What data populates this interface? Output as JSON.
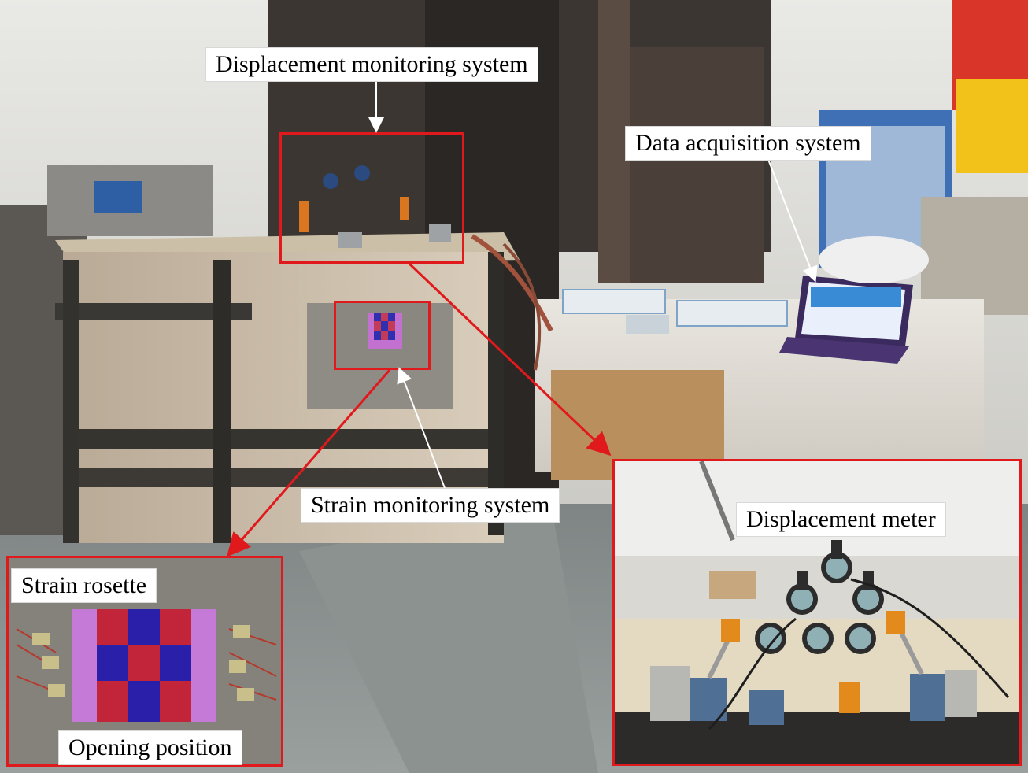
{
  "labels": {
    "displacement_system": "Displacement monitoring system",
    "data_acquisition": "Data acquisition system",
    "strain_system": "Strain monitoring system",
    "displacement_meter": "Displacement meter",
    "strain_rosette": "Strain rosette",
    "opening_position": "Opening position"
  },
  "colors": {
    "frame_red": "#e0191c",
    "label_bg": "#ffffff",
    "label_text": "#000000",
    "arrow_white": "#ffffff"
  }
}
